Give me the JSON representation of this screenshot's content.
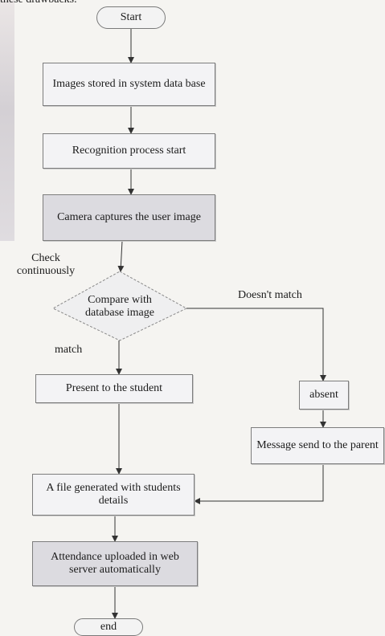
{
  "header_fragment": "these drawbacks.",
  "flowchart": {
    "start": "Start",
    "step_images_stored": "Images stored in system data base",
    "step_recognition": "Recognition process start",
    "step_camera": "Camera captures the user image",
    "loop_label": "Check continuously",
    "decision": "Compare with database image",
    "no_match_label": "Doesn't match",
    "match_label": "match",
    "step_present": "Present to the student",
    "step_absent": "absent",
    "step_message": "Message send to the parent",
    "step_file": "A file generated with students details",
    "step_upload": "Attendance uploaded in web server automatically",
    "end": "end"
  }
}
